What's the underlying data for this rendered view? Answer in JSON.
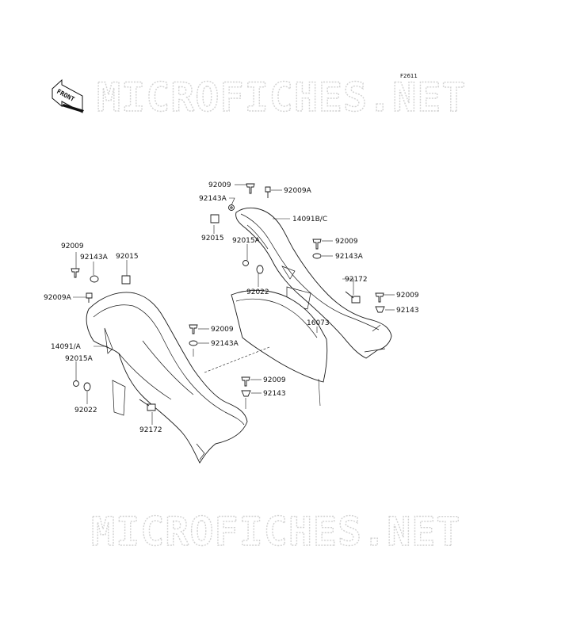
{
  "diagram": {
    "code": "F2611",
    "front_arrow": "FRONT",
    "watermark": "MICROFICHES.NET",
    "labels": {
      "r_92009_top": "92009",
      "r_92009A_top": "92009A",
      "r_92143A_top": "92143A",
      "r_14091BC": "14091B/C",
      "r_92015": "92015",
      "r_92015A": "92015A",
      "r_92009_mid": "92009",
      "r_92143A_mid": "92143A",
      "r_92022": "92022",
      "r_92172": "92172",
      "r_92009_right": "92009",
      "r_92143_right": "92143",
      "r_16073": "16073",
      "l_92009_top": "92009",
      "l_92143A_top": "92143A",
      "l_92015_top": "92015",
      "l_92009A": "92009A",
      "l_14091A": "14091/A",
      "l_92015A": "92015A",
      "l_92022": "92022",
      "l_92172": "92172",
      "c_92009_mid": "92009",
      "c_92143A_mid": "92143A",
      "c_92009_low": "92009",
      "c_92143_low": "92143"
    }
  }
}
